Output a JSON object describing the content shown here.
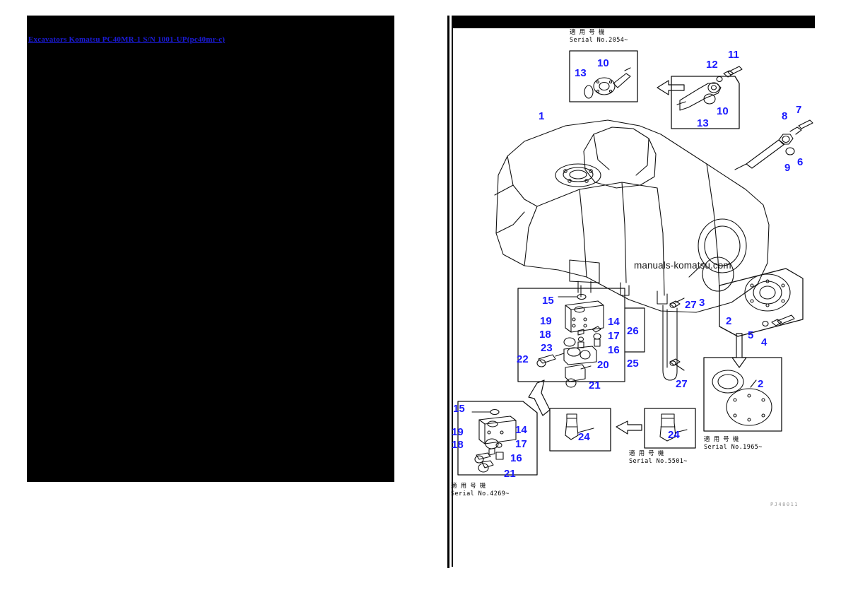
{
  "page": {
    "title_link": "Excavators Komatsu PC40MR-1 S/N 1001-UP(pc40mr-c)",
    "watermark": "manuals-komatsu.com",
    "corner_code": "PJ48011",
    "colors": {
      "callout_blue": "#1a1aff",
      "link_blue": "#1b1bd8",
      "panel_black": "#000000",
      "line_black": "#000000"
    }
  },
  "diagram": {
    "annotations": [
      {
        "jp": "適 用 号 機",
        "serial": "Serial No.2054~"
      },
      {
        "jp": "適 用 号 機",
        "serial": "Serial No.4269~"
      },
      {
        "jp": "適 用 号 機",
        "serial": "Serial No.5501~"
      },
      {
        "jp": "適 用 号 機",
        "serial": "Serial No.1965~"
      }
    ],
    "callouts": {
      "main": [
        "1",
        "3",
        "27",
        "27"
      ],
      "inset_top_left": [
        "13",
        "10"
      ],
      "mid_top_right": [
        "12",
        "11",
        "10",
        "13"
      ],
      "right_rod": [
        "8",
        "7",
        "9",
        "6"
      ],
      "right_flange": [
        "2",
        "5",
        "4"
      ],
      "right_inset_flange": [
        "2"
      ],
      "center_group": [
        "15",
        "19",
        "18",
        "23",
        "22",
        "14",
        "17",
        "16",
        "20",
        "21",
        "26",
        "25"
      ],
      "bottom_left_inset": [
        "15",
        "19",
        "18",
        "14",
        "17",
        "16",
        "21"
      ],
      "bottom_mid_inset": [
        "24"
      ],
      "bottom_mid_right": [
        "24"
      ]
    }
  }
}
